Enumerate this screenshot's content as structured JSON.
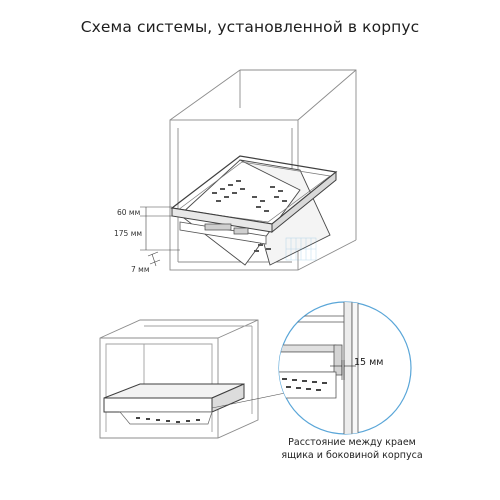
{
  "header": {
    "title": "Схема системы, установленной в корпус"
  },
  "dimensions": {
    "top_gap": "60 мм",
    "height": "175 мм",
    "side": "7 мм",
    "detail_gap": "15 мм"
  },
  "caption": {
    "line1": "Расстояние между краем",
    "line2": "ящика и боковиной корпуса"
  },
  "colors": {
    "line": "#8c8c8c",
    "frame": "#555555",
    "accent": "#5aa6d8"
  }
}
